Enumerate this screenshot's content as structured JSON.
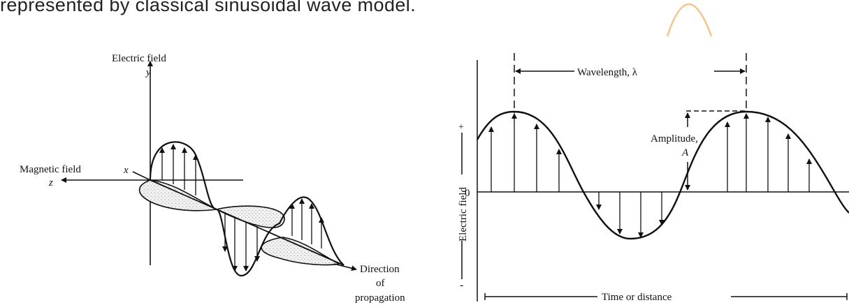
{
  "heading": "represented by classical sinusoidal wave model.",
  "left_diagram": {
    "electric_field": "Electric field",
    "y_axis": "y",
    "x_axis": "x",
    "magnetic_field": "Magnetic field",
    "z_axis": "z",
    "direction_line1": "Direction",
    "direction_line2": "of",
    "direction_line3": "propagation"
  },
  "right_diagram": {
    "wavelength": "Wavelength, λ",
    "amplitude_line1": "Amplitude,",
    "amplitude_line2": "A",
    "y_label": "Electric field",
    "zero": "0",
    "plus": "+",
    "minus": "-",
    "x_label": "Time or distance"
  },
  "colors": {
    "ink": "#111111",
    "decorative_arc": "#f6c48a",
    "fill_stipple": "#d9d9d9"
  }
}
